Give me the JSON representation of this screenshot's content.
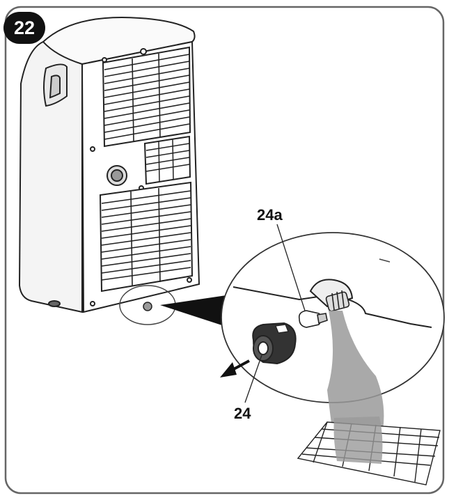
{
  "step": {
    "number": "22"
  },
  "callouts": {
    "cap": "24",
    "plug": "24a"
  },
  "colors": {
    "line": "#222222",
    "water": "#9a9a9a",
    "badge": "#111111"
  }
}
